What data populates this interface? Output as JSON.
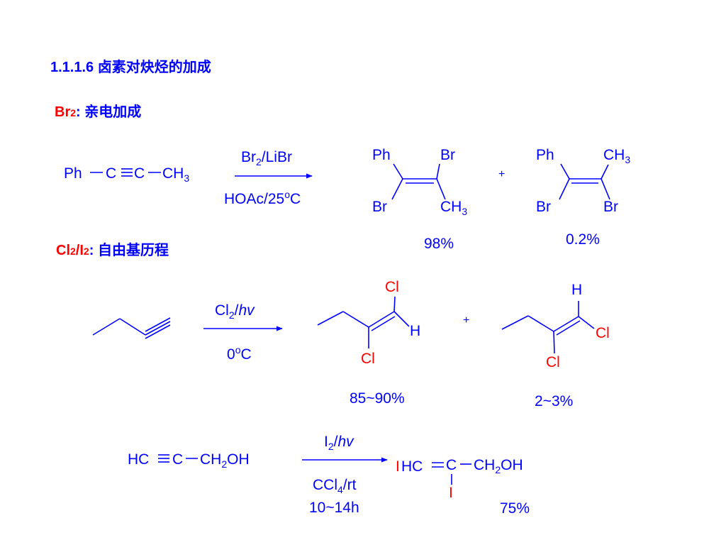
{
  "heading": {
    "number": "1.1.1.6",
    "title": "卤素对炔烃的加成"
  },
  "section1": {
    "reagent": "Br",
    "reagent_sub": "2",
    "colon": ":",
    "label": "亲电加成",
    "reactant": {
      "ph": "Ph",
      "c1": "C",
      "c2": "C",
      "ch": "CH",
      "ch_sub": "3"
    },
    "conditions": {
      "above": {
        "a": "Br",
        "a_sub": "2",
        "b": "/LiBr"
      },
      "below": {
        "a": "HOAc/25",
        "sup": "o",
        "b": "C"
      }
    },
    "product1": {
      "tl": "Ph",
      "tr": "Br",
      "bl": "Br",
      "br": "CH",
      "br_sub": "3",
      "yield": "98%"
    },
    "plus": "+",
    "product2": {
      "tl": "Ph",
      "tr": "CH",
      "tr_sub": "3",
      "bl": "Br",
      "br": "Br",
      "yield": "0.2%"
    }
  },
  "section2": {
    "reagent": {
      "a": "Cl",
      "a_sub": "2",
      "b": "/I",
      "b_sub": "2"
    },
    "colon": ":",
    "label": "自由基历程",
    "conditions": {
      "above": {
        "a": "Cl",
        "a_sub": "2",
        "b": "/",
        "c": "hv"
      },
      "below": {
        "a": "0",
        "sup": "o",
        "b": "C"
      }
    },
    "product1": {
      "cl_top": "Cl",
      "h": "H",
      "cl_bottom": "Cl",
      "yield": "85~90%"
    },
    "plus": "+",
    "product2": {
      "h": "H",
      "cl_right": "Cl",
      "cl_bottom": "Cl",
      "yield": "2~3%"
    }
  },
  "section3": {
    "reactant": {
      "hc": "HC",
      "c": "C",
      "ch": "CH",
      "ch_sub": "2",
      "oh": "OH"
    },
    "conditions": {
      "above": {
        "a": "I",
        "a_sub": "2",
        "b": "/",
        "c": "hv"
      },
      "below1": {
        "a": "CCl",
        "a_sub": "4",
        "b": "/rt"
      },
      "below2": "10~14h"
    },
    "product": {
      "i_left": "I",
      "hc": "HC",
      "c": "C",
      "ch": "CH",
      "ch_sub": "2",
      "oh": "OH",
      "i_bottom": "I",
      "yield": "75%"
    }
  },
  "colors": {
    "primary": "#0000ff",
    "accent": "#ff0000",
    "background": "#ffffff"
  }
}
